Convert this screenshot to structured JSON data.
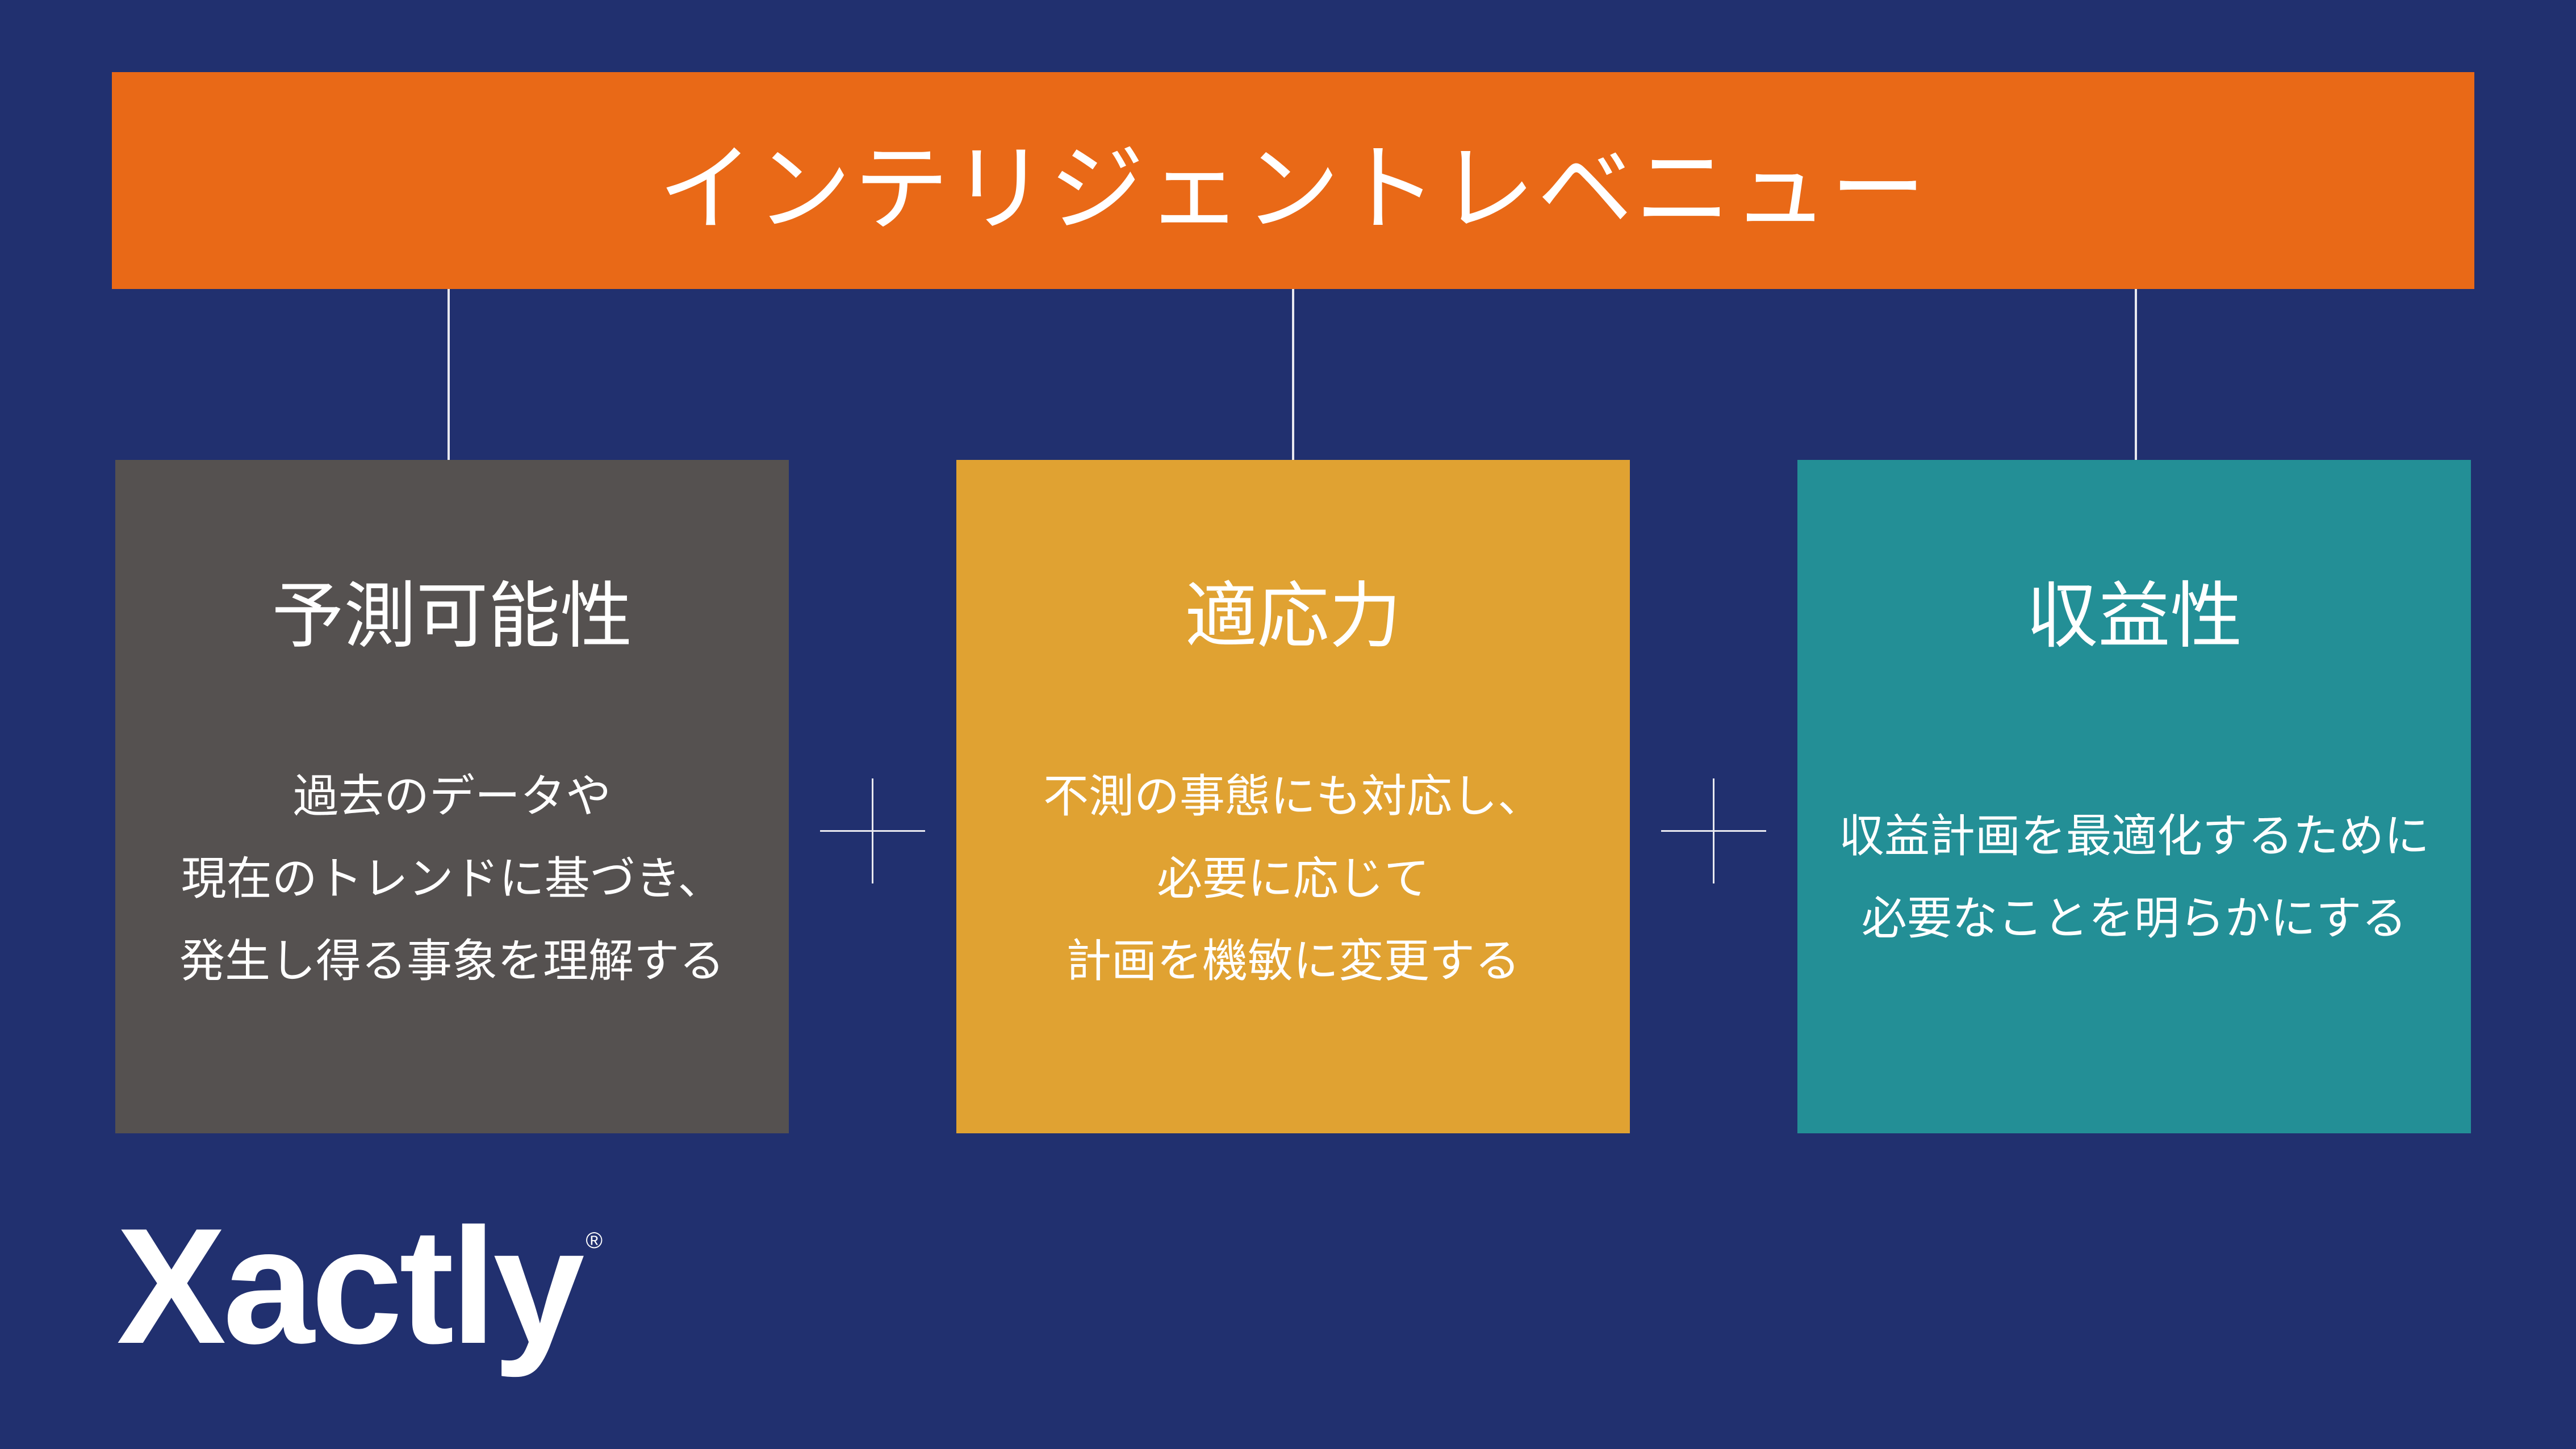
{
  "banner": {
    "title": "インテリジェントレベニュー"
  },
  "pillars": [
    {
      "title": "予測可能性",
      "lines": [
        "過去のデータや",
        "現在のトレンドに基づき、",
        "発生し得る事象を理解する"
      ],
      "color": "#555150"
    },
    {
      "title": "適応力",
      "lines": [
        "不測の事態にも対応し、",
        "必要に応じて",
        "計画を機敏に変更する"
      ],
      "color": "#e0a232"
    },
    {
      "title": "収益性",
      "lines": [
        "収益計画を最適化するために",
        "必要なことを明らかにする"
      ],
      "color": "#238f96"
    }
  ],
  "logo": {
    "text": "Xactly"
  },
  "colors": {
    "background": "#21306f",
    "accent": "#e96917"
  }
}
